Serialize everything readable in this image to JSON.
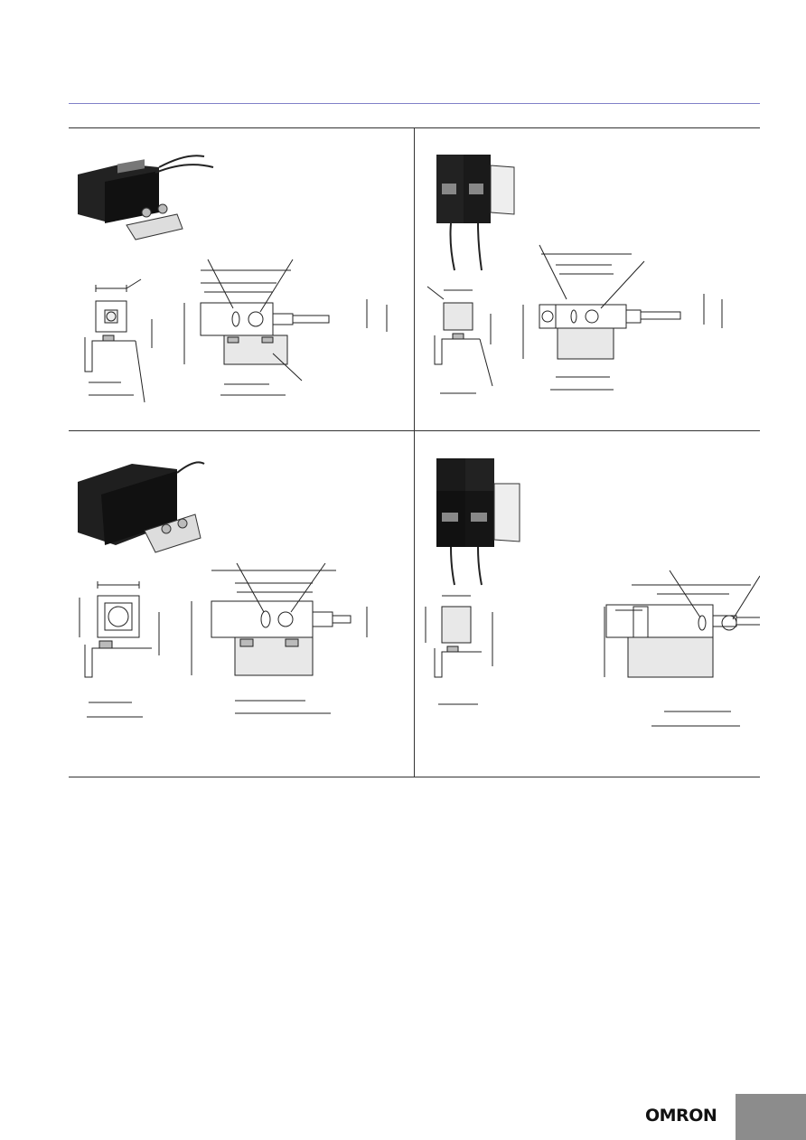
{
  "brand": {
    "logo_text": "OMRON"
  },
  "colors": {
    "rule_accent": "#8080c8",
    "tab_gray": "#8c8c8c",
    "line": "#333333"
  },
  "panels": [
    {
      "id": "top-left",
      "photo": "sensor-pair-with-bracket-photo",
      "drawing": "dimension-drawing"
    },
    {
      "id": "top-right",
      "photo": "sensor-pair-upright-photo",
      "drawing": "dimension-drawing"
    },
    {
      "id": "bottom-left",
      "photo": "sensor-pair-with-bracket-photo",
      "drawing": "dimension-drawing"
    },
    {
      "id": "bottom-right",
      "photo": "sensor-pair-upright-photo",
      "drawing": "dimension-drawing"
    }
  ]
}
